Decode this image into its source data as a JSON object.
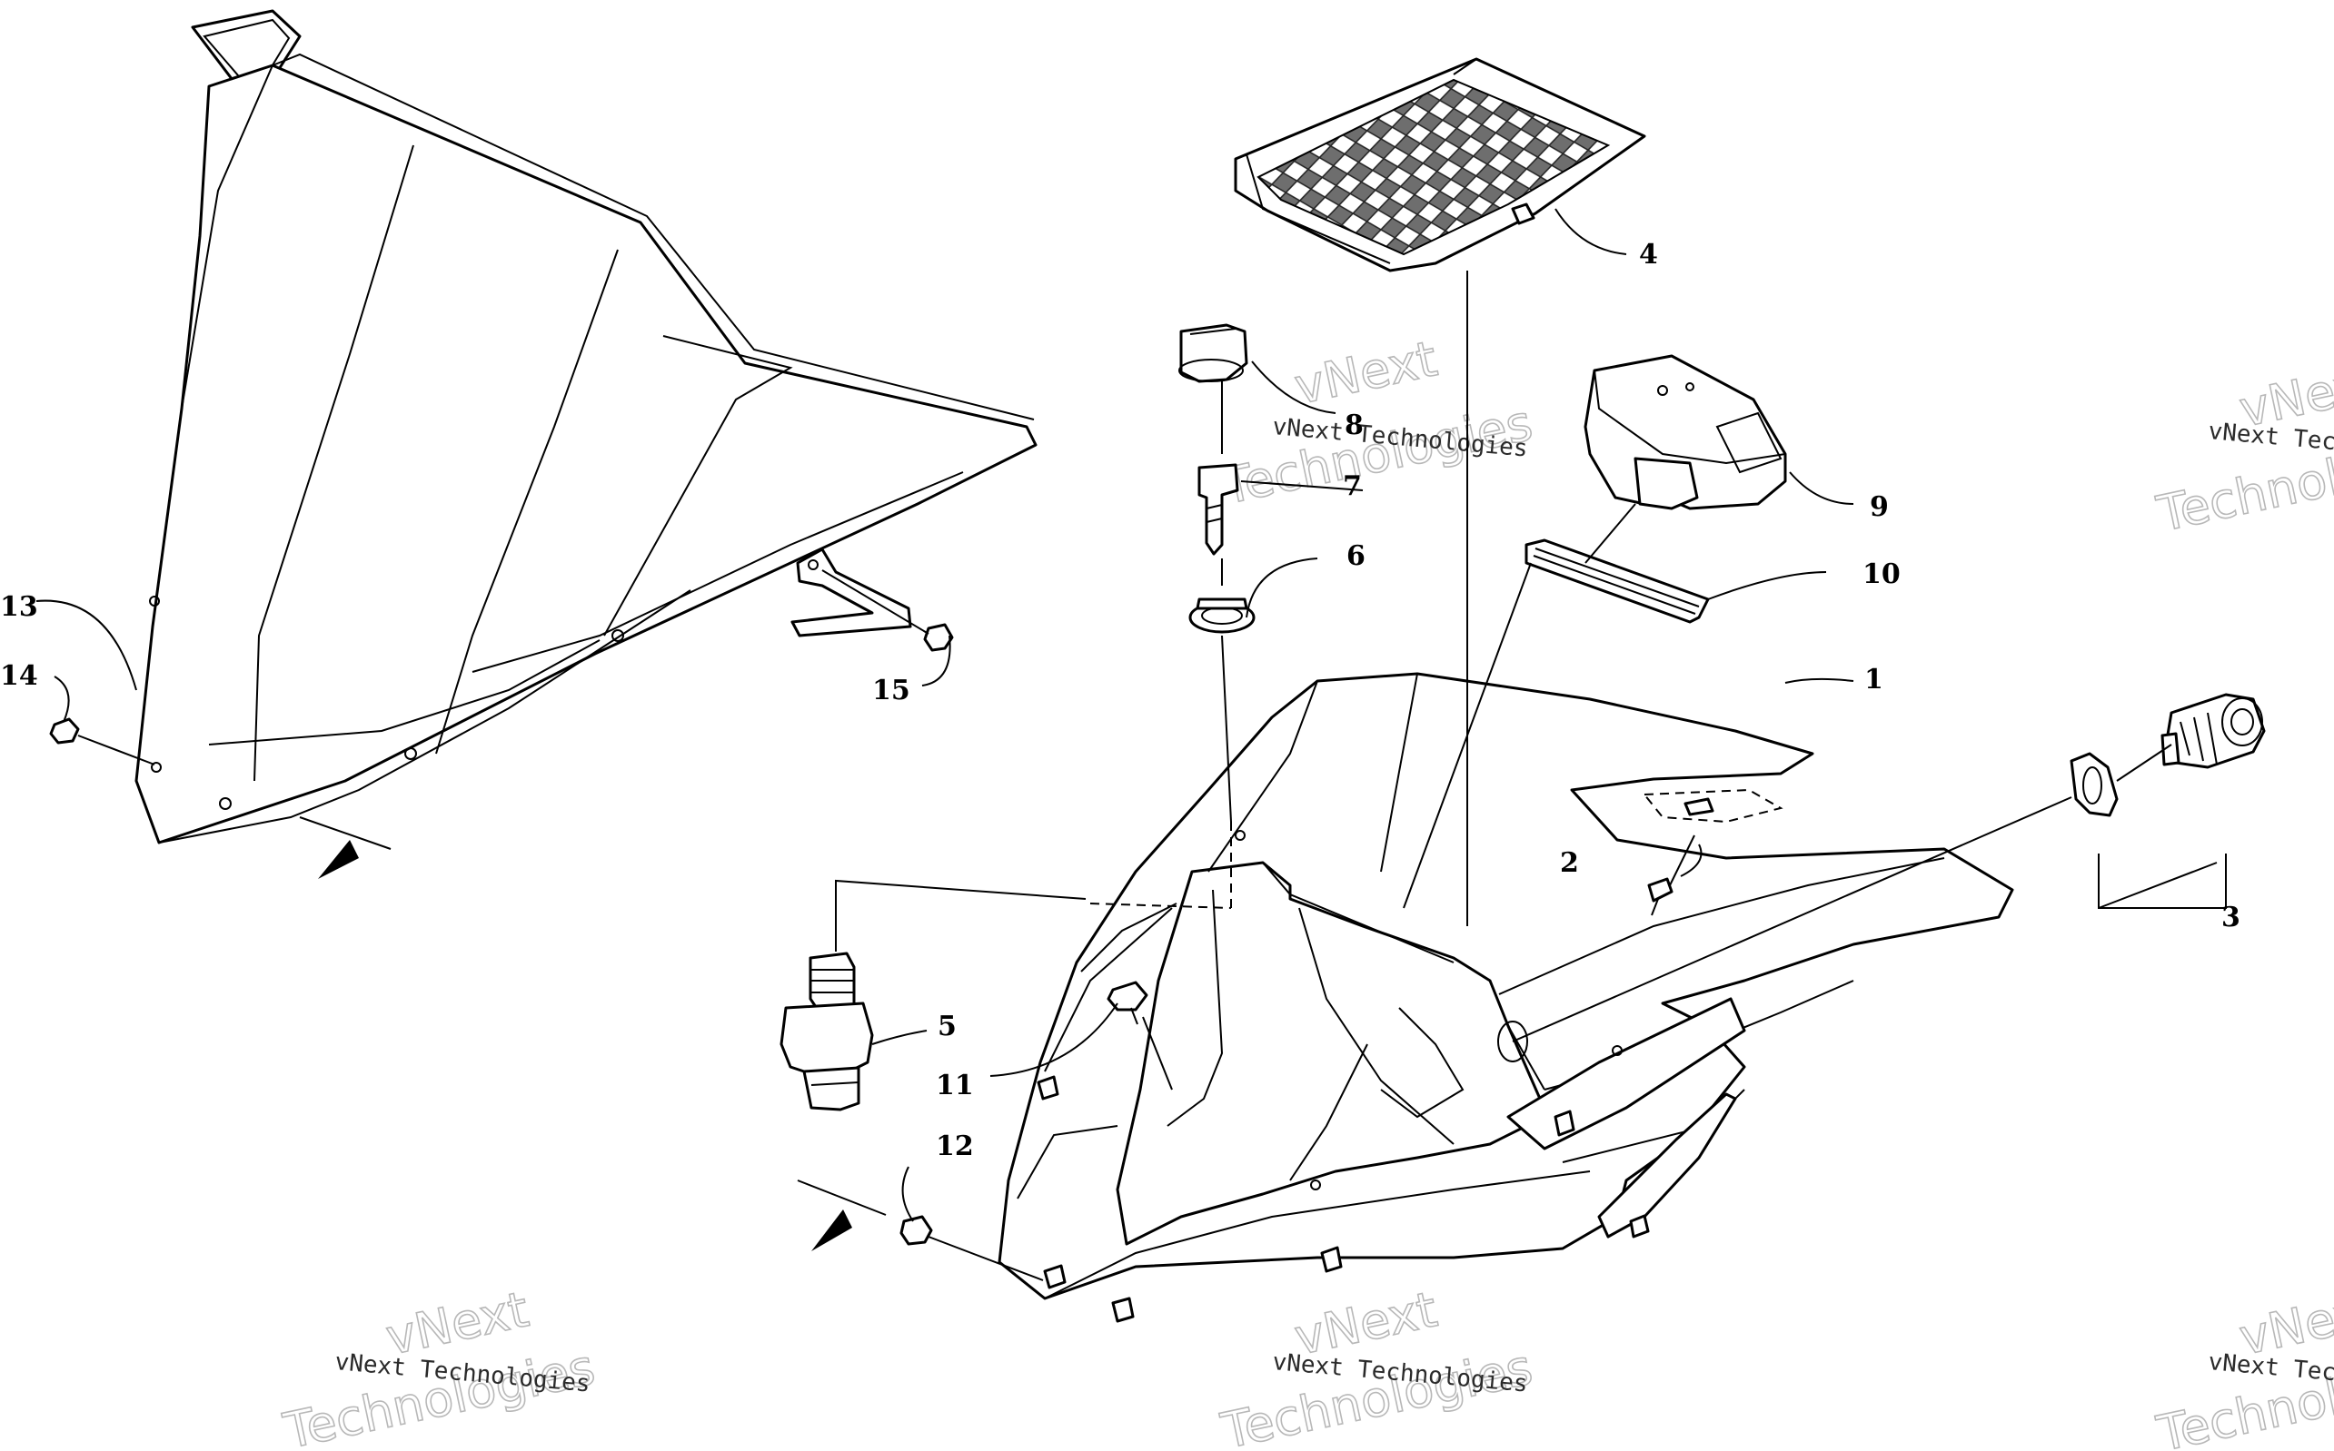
{
  "diagram": {
    "callouts": [
      {
        "id": "c1",
        "label": "1"
      },
      {
        "id": "c2",
        "label": "2"
      },
      {
        "id": "c3",
        "label": "3"
      },
      {
        "id": "c4",
        "label": "4"
      },
      {
        "id": "c5",
        "label": "5"
      },
      {
        "id": "c6",
        "label": "6"
      },
      {
        "id": "c7",
        "label": "7"
      },
      {
        "id": "c8",
        "label": "8"
      },
      {
        "id": "c9",
        "label": "9"
      },
      {
        "id": "c10",
        "label": "10"
      },
      {
        "id": "c11",
        "label": "11"
      },
      {
        "id": "c12",
        "label": "12"
      },
      {
        "id": "c13",
        "label": "13"
      },
      {
        "id": "c14",
        "label": "14"
      },
      {
        "id": "c15",
        "label": "15"
      }
    ],
    "watermark": {
      "line1": "vNext",
      "line2": "Technologies",
      "full": "vNext Technologies"
    }
  }
}
